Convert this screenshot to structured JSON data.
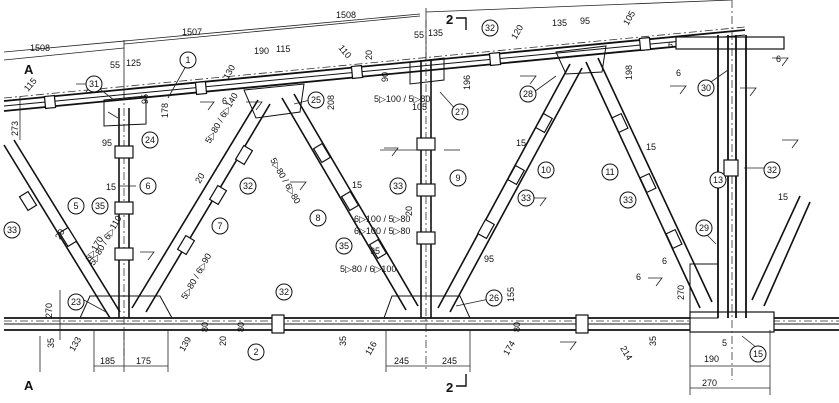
{
  "section_markers": {
    "A_top": "A",
    "A_bottom": "A",
    "sec2_top": "2",
    "sec2_bottom": "2"
  },
  "member_tags": [
    "1",
    "2",
    "5",
    "6",
    "7",
    "8",
    "9",
    "10",
    "11",
    "13",
    "15",
    "23",
    "24",
    "25",
    "26",
    "27",
    "28",
    "29",
    "30",
    "31",
    "32",
    "33",
    "35"
  ],
  "dimensions": {
    "top_1508_left": "1508",
    "top_1507": "1507",
    "top_1508_right": "1508",
    "d115_left": "115",
    "d55_a": "55",
    "d125": "125",
    "d95_a": "95",
    "d178": "178",
    "d95_b": "95",
    "d273": "273",
    "d190_a": "190",
    "d115_b": "115",
    "d130": "130",
    "d110": "110",
    "d20_a": "20",
    "d90": "90",
    "d208": "208",
    "d55_b": "55",
    "d135_a": "135",
    "d105_a": "105",
    "d196": "196",
    "d120": "120",
    "d135_b": "135",
    "d95_c": "95",
    "d105_b": "105",
    "d198": "198",
    "d15_a": "15",
    "d15_b": "15",
    "d15_c": "15",
    "d15_d": "15",
    "d20_b": "20",
    "d20_c": "20",
    "d95_d": "95",
    "d95_e": "95",
    "d155": "155",
    "d270_a": "270",
    "d270_b": "270",
    "d35_a": "35",
    "d133": "133",
    "d185": "185",
    "d175": "175",
    "d139": "139",
    "d80_a": "80",
    "d20_d": "20",
    "d80_b": "80",
    "d35_b": "35",
    "d116": "116",
    "d245_a": "245",
    "d245_b": "245",
    "d174": "174",
    "d80_c": "80",
    "d214": "214",
    "d35_c": "35",
    "d190_b": "190",
    "d270_c": "270",
    "d6_a": "6",
    "d5_a": "5",
    "d20_e": "20",
    "d15_e": "15"
  },
  "welds": {
    "w6_a": "6",
    "w6_b": "6",
    "w6_c": "6",
    "w6_d": "6",
    "w6_e": "6",
    "w5_100_80": "5▷100 / 5▷80",
    "w6_100_80_a": "6▷100 / 5▷80",
    "w6_100_80_b": "6▷100 / 5▷80",
    "w5_80_6_100": "5▷80 / 6▷100",
    "w5_80_a": "5▷80 / 6▷140",
    "w5_80_b": "5▷80 / 6▷80",
    "w5_80_c": "5▷80 / 6▷90",
    "w5_80_d": "5▷80 / 6▷110",
    "w6_170": "6▷170"
  },
  "colors": {
    "ink": "#111111",
    "paper": "#ffffff"
  }
}
